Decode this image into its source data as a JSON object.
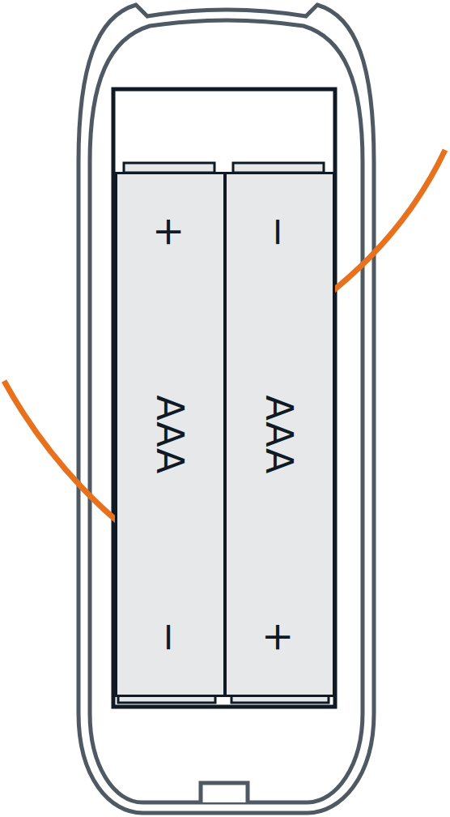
{
  "diagram": {
    "nodes": [
      {
        "text": [
          "+",
          "AAA",
          "−"
        ]
      },
      {
        "text": [
          "−",
          "AAA",
          "+"
        ]
      }
    ]
  }
}
